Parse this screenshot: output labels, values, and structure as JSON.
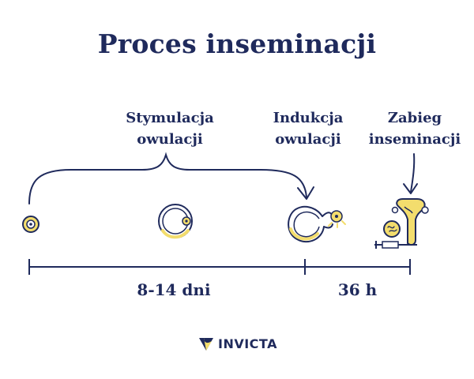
{
  "title": "Proces inseminacji",
  "stages": [
    {
      "line1": "Stymulacja",
      "line2": "owulacji"
    },
    {
      "line1": "Indukcja",
      "line2": "owulacji"
    },
    {
      "line1": "Zabieg",
      "line2": "inseminacji"
    }
  ],
  "durations": [
    "8-14 dni",
    "36 h"
  ],
  "brand": "INVICTA",
  "colors": {
    "navy": "#1f2a5c",
    "yellow": "#f3dd6d"
  },
  "icons": [
    "small-follicle-icon",
    "growing-follicle-icon",
    "ovulating-follicle-icon",
    "uterus-syringe-icon",
    "invicta-logo-icon"
  ]
}
